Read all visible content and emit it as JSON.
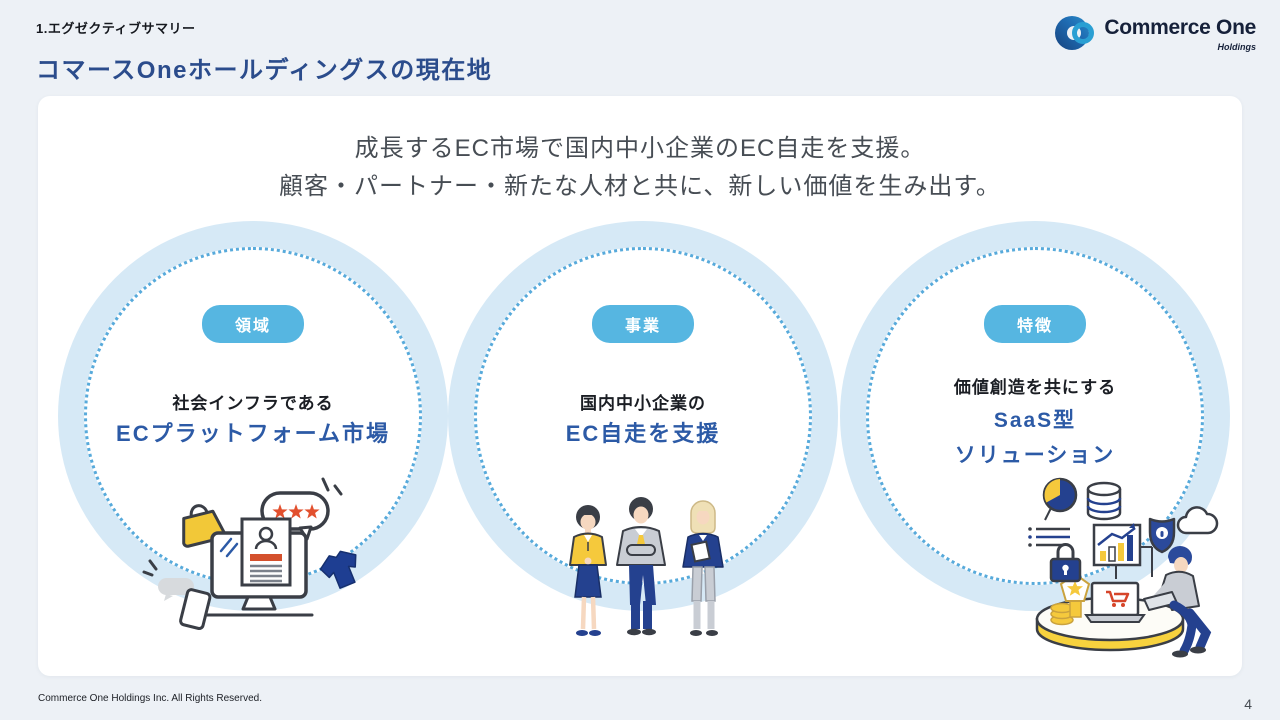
{
  "header": {
    "section_label": "1.エグゼクティブサマリー",
    "title": "コマースOneホールディングスの現在地"
  },
  "logo": {
    "name": "Commerce One",
    "subtitle": "Holdings"
  },
  "intro": {
    "line1": "成長するEC市場で国内中小企業のEC自走を支援。",
    "line2": "顧客・パートナー・新たな人材と共に、新しい価値を生み出す。"
  },
  "cards": [
    {
      "badge": "領域",
      "subtitle": "社会インフラである",
      "title_lines": [
        "ECプラットフォーム市場"
      ],
      "illustration": "ec-shopping-monitor-illustration"
    },
    {
      "badge": "事業",
      "subtitle": "国内中小企業の",
      "title_lines": [
        "EC自走を支援"
      ],
      "illustration": "business-people-illustration"
    },
    {
      "badge": "特徴",
      "subtitle": "価値創造を共にする",
      "title_lines": [
        "SaaS型",
        "ソリューション"
      ],
      "illustration": "saas-solution-illustration"
    }
  ],
  "footer": {
    "copyright": "Commerce One Holdings Inc. All Rights Reserved.",
    "page_number": "4"
  },
  "colors": {
    "page_background": "#edf1f6",
    "card_background": "#ffffff",
    "title_navy": "#2b4c8c",
    "badge_blue": "#56b6e1",
    "circle_light_blue": "#d6e9f6",
    "dotted_border_blue": "#57aadb",
    "heading_blue": "#2c5aa6",
    "intro_gray": "#474d54",
    "accent_yellow": "#f5c93c",
    "accent_navy": "#24418f",
    "accent_red": "#d9492c"
  }
}
